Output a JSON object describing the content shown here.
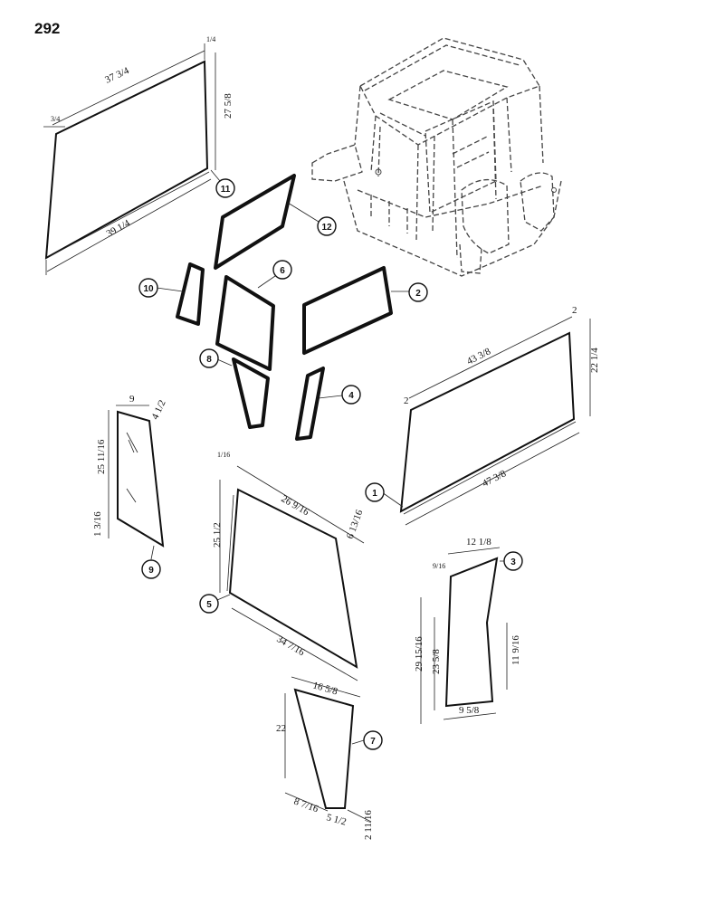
{
  "page_number": "292",
  "callouts": [
    "1",
    "2",
    "3",
    "4",
    "5",
    "6",
    "7",
    "8",
    "9",
    "10",
    "11",
    "12"
  ],
  "dims": {
    "p11_top": "37 3/4",
    "p11_bottom": "39 1/4",
    "p11_height": "27 5/8",
    "p11_corner_a": "3/4",
    "p11_corner_b": "1/4",
    "p1_top": "43 3/8",
    "p1_bottom": "47 3/8",
    "p1_height": "22 1/4",
    "p1_corner_right": "2",
    "p1_corner_left": "2",
    "p9_top": "9",
    "p9_top_right": "4 1/2",
    "p9_height": "25 11/16",
    "p9_bottom_left": "1 3/16",
    "p5_top": "26 9/16",
    "p5_corner": "1/16",
    "p5_height": "25 1/2",
    "p5_right": "6 13/16",
    "p5_bottom": "34 7/16",
    "p3_top": "12 1/8",
    "p3_top_left": "9/16",
    "p3_height_total": "29 15/16",
    "p3_height_inner": "23 5/8",
    "p3_right": "11 9/16",
    "p3_bottom": "9 5/8",
    "p7_top": "16 5/8",
    "p7_height": "22",
    "p7_bottom_left": "8 7/16",
    "p7_bottom_mid": "5 1/2",
    "p7_bottom_right": "2 11/16"
  }
}
